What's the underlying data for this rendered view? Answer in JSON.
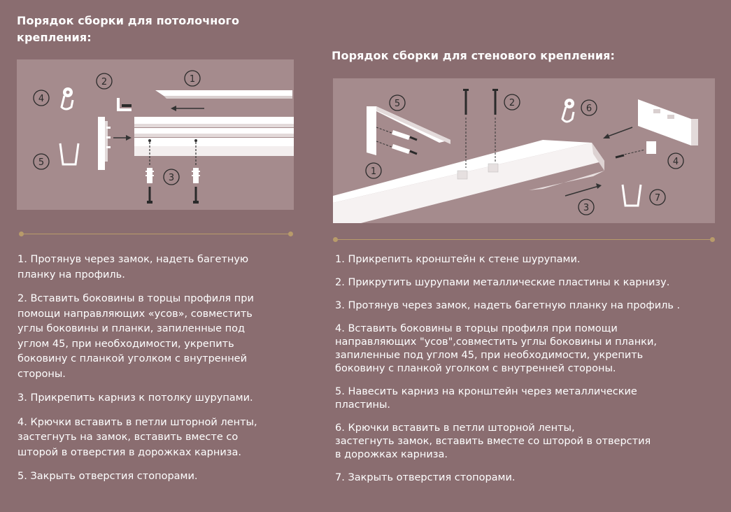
{
  "left": {
    "title": "Порядок сборки для потолочного крепления:",
    "diagram_labels": [
      "1",
      "2",
      "3",
      "4",
      "5"
    ],
    "steps": [
      "1. Протянув через замок, надеть багетную\nпланку на профиль.",
      "2. Вставить боковины в торцы профиля при\nпомощи направляющих «усов», совместить\nуглы боковины и планки, запиленные под\nуглом 45, при необходимости, укрепить\nбоковину с планкой уголком с внутренней\nстороны.",
      "3. Прикрепить карниз к потолку шурупами.",
      "4. Крючки вставить в петли шторной ленты,\nзастегнуть на замок, вставить вместе со\nшторой в отверстия в дорожках карниза.",
      "5. Закрыть отверстия стопорами."
    ]
  },
  "right": {
    "title": "Порядок сборки для стенового крепления:",
    "diagram_labels": [
      "1",
      "2",
      "3",
      "4",
      "5",
      "6",
      "7"
    ],
    "steps": [
      "1. Прикрепить кронштейн к стене шурупами.",
      "2. Прикрутить шурупами металлические пластины к карнизу.",
      "3. Протянув через замок, надеть багетную планку на профиль .",
      "4. Вставить боковины в торцы профиля при помощи\nнаправляющих \"усов\",совместить углы боковины и планки,\nзапиленные под углом 45, при необходимости, укрепить\nбоковину с планкой уголком с внутренней стороны.",
      "5. Навесить карниз на кронштейн через металлические\nпластины.",
      "6. Крючки вставить в петли шторной ленты,\nзастегнуть замок, вставить вместе со шторой в отверстия\nв дорожках карниза.",
      "7. Закрыть отверстия стопорами."
    ]
  },
  "colors": {
    "background": "#8a6d70",
    "panel": "#a58b8d",
    "divider": "#b89b6a",
    "text": "#ffffff"
  }
}
